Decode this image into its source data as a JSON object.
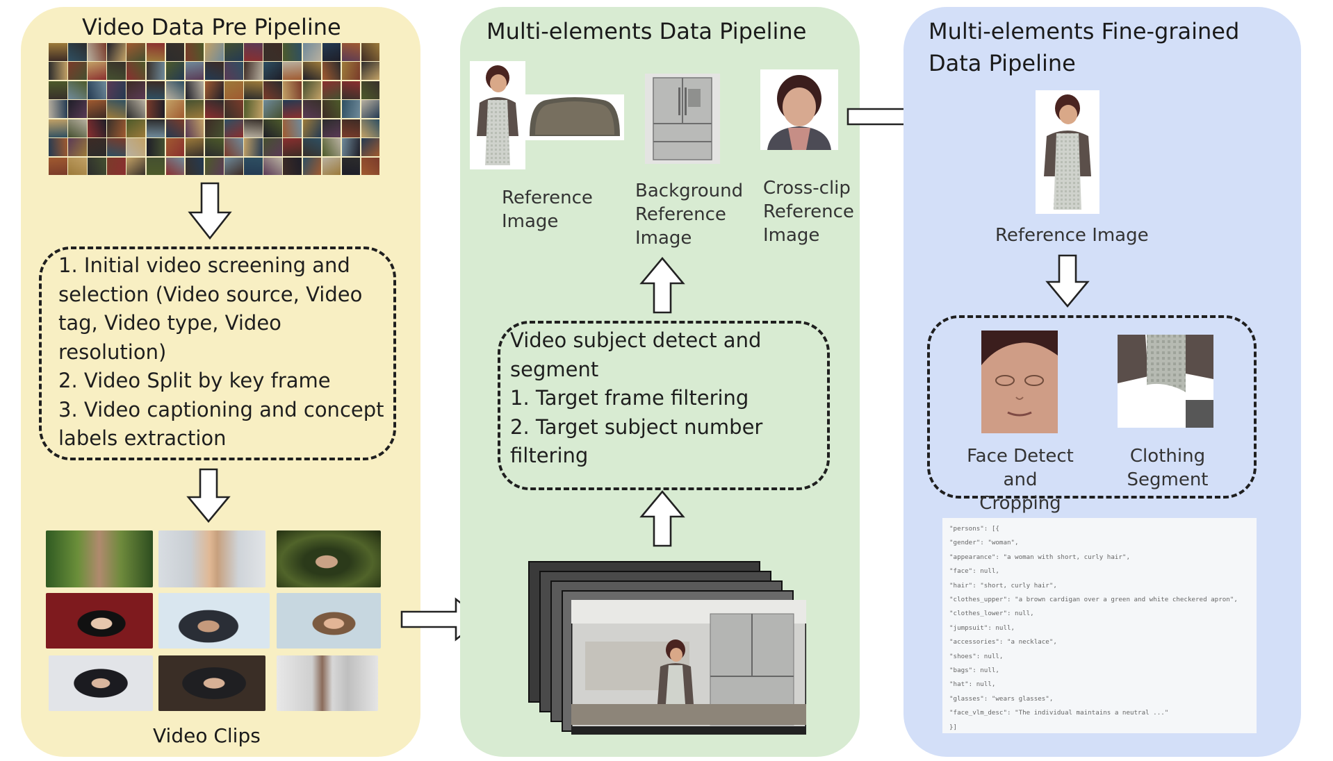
{
  "panels": {
    "pre": {
      "title": "Video Data Pre Pipeline",
      "steps": [
        "1. Initial video screening and",
        "selection (Video source, Video",
        "tag, Video type, Video",
        "resolution)",
        "2. Video Split by key frame",
        "3. Video captioning and concept",
        "labels extraction"
      ],
      "clips_label": "Video Clips"
    },
    "multi": {
      "title": "Multi-elements Data Pipeline",
      "reference_label": "Reference\nImage",
      "background_label": "Background\nReference\nImage",
      "crossclip_label": "Cross-clip\nReference\nImage",
      "steps": [
        "Video subject detect and",
        "segment",
        "1. Target frame filtering",
        "2. Target subject number",
        "filtering"
      ]
    },
    "fine": {
      "title_lines": [
        "Multi-elements Fine-grained",
        "Data Pipeline"
      ],
      "reference_label": "Reference Image",
      "face_label": "Face Detect\nand Cropping",
      "clothing_label": "Clothing\nSegment",
      "json_lines": [
        "\"persons\": [{",
        "  \"gender\": \"woman\",",
        "  \"appearance\": \"a woman with short, curly hair\",",
        "  \"face\": null,",
        "  \"hair\": \"short, curly hair\",",
        "  \"clothes_upper\": \"a brown cardigan over a green and white checkered apron\",",
        "  \"clothes_lower\": null,",
        "  \"jumpsuit\": null,",
        "  \"accessories\": \"a necklace\",",
        "  \"shoes\": null,",
        "  \"bags\": null,",
        "  \"hat\": null,",
        "  \"glasses\": \"wears glasses\",",
        "  \"face_vlm_desc\": \"The individual maintains a neutral ...\"",
        "}]"
      ]
    }
  },
  "colors": {
    "pre_bg": "#f8efc3",
    "multi_bg": "#d8ebd2",
    "fine_bg": "#d3dff8"
  },
  "icons": [
    "arrow-down-icon",
    "arrow-up-icon",
    "arrow-right-icon"
  ]
}
